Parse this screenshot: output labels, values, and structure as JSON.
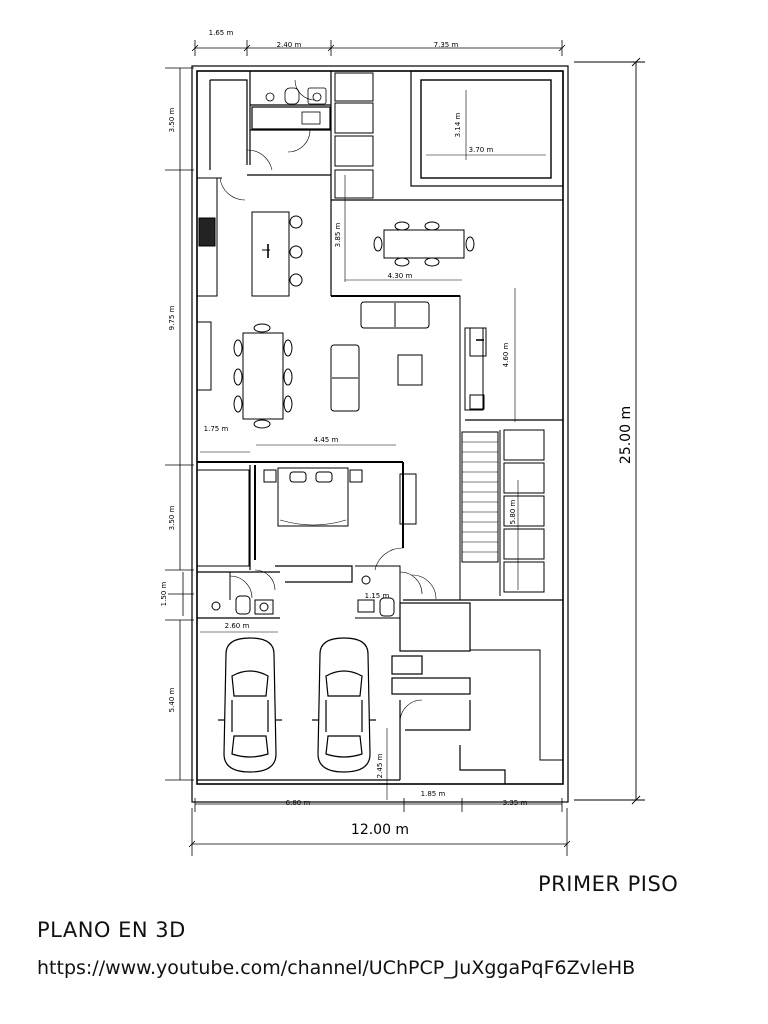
{
  "dimensions": {
    "top": [
      "1.65 m",
      "2.40 m",
      "7.35 m"
    ],
    "left": [
      "3.50 m",
      "9.75 m",
      "3.50 m",
      "1.50 m",
      "5.40 m"
    ],
    "interior": {
      "pool_h": "3.14 m",
      "pool_w": "3.70 m",
      "dining_h": "3.85 m",
      "dining_w": "4.30 m",
      "stair_h": "4.60 m",
      "shelf_h": "5.80 m",
      "left_1": "1.75 m",
      "living_w": "4.45 m",
      "bath_w": "1.15 m",
      "garage_w": "2.60 m",
      "garage_h": "2.45 m"
    },
    "bottom": [
      "6.80 m",
      "1.85 m",
      "3.35 m"
    ],
    "total_width": "12.00 m",
    "total_height": "25.00 m"
  },
  "captions": {
    "floor": "PRIMER PISO",
    "title": "PLANO EN 3D",
    "url": "https://www.youtube.com/channel/UChPCP_JuXggaPqF6ZvleHB"
  }
}
